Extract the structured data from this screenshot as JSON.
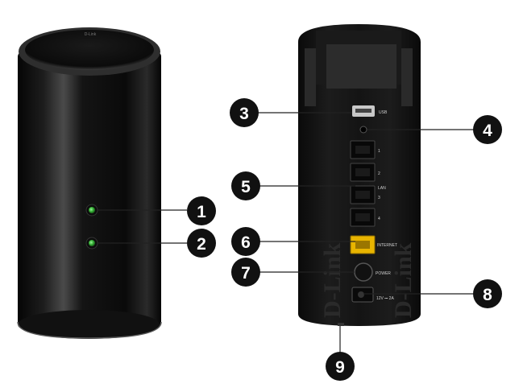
{
  "callouts": [
    {
      "number": "1"
    },
    {
      "number": "2"
    },
    {
      "number": "3"
    },
    {
      "number": "4"
    },
    {
      "number": "5"
    },
    {
      "number": "6"
    },
    {
      "number": "7"
    },
    {
      "number": "8"
    },
    {
      "number": "9"
    }
  ],
  "rear_panel": {
    "usb_label": "USB",
    "lan_label": "LAN",
    "lan_port_numbers": [
      "1",
      "2",
      "3",
      "4"
    ],
    "internet_label": "INTERNET",
    "power_label": "POWER",
    "dc_label": "12V ⎓ 2A",
    "brand_watermark": "D-Link"
  },
  "top_cap_text": "D-Link",
  "colors": {
    "body": "#0b0b0b",
    "led": "#2fa82f",
    "internet_port": "#e8b400",
    "badge": "#111111"
  }
}
